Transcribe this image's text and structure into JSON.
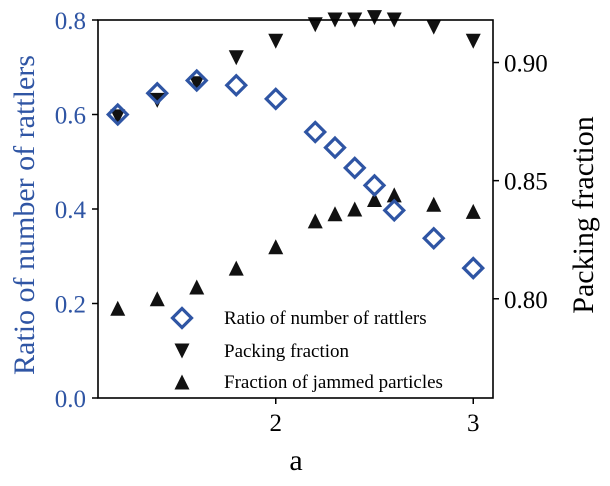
{
  "colors": {
    "rattlers": "#2f55a4",
    "markers": "#111111",
    "axis": "#000000",
    "background": "#ffffff"
  },
  "chart_data": {
    "type": "scatter",
    "xlabel": "a",
    "ylabel_left": "Ratio of number of rattlers",
    "ylabel_right": "Packing fraction",
    "xlim": [
      1.1,
      3.1
    ],
    "ylim_left": [
      0.0,
      0.8
    ],
    "ylim_right": [
      0.758,
      0.918
    ],
    "x_ticks": [
      {
        "value": 2,
        "label": "2"
      },
      {
        "value": 3,
        "label": "3"
      }
    ],
    "y_left_ticks": [
      {
        "value": 0.0,
        "label": "0.0"
      },
      {
        "value": 0.2,
        "label": "0.2"
      },
      {
        "value": 0.4,
        "label": "0.4"
      },
      {
        "value": 0.6,
        "label": "0.6"
      },
      {
        "value": 0.8,
        "label": "0.8"
      }
    ],
    "y_right_ticks": [
      {
        "value": 0.8,
        "label": "0.80"
      },
      {
        "value": 0.85,
        "label": "0.85"
      },
      {
        "value": 0.9,
        "label": "0.90"
      }
    ],
    "grid": false,
    "legend_position": "lower-right",
    "series": [
      {
        "name": "Ratio of number of rattlers",
        "axis": "left",
        "marker": "diamond-open",
        "points": [
          {
            "x": 1.2,
            "y": 0.6
          },
          {
            "x": 1.4,
            "y": 0.645
          },
          {
            "x": 1.6,
            "y": 0.672
          },
          {
            "x": 1.8,
            "y": 0.662
          },
          {
            "x": 2.0,
            "y": 0.633
          },
          {
            "x": 2.2,
            "y": 0.563
          },
          {
            "x": 2.3,
            "y": 0.53
          },
          {
            "x": 2.4,
            "y": 0.487
          },
          {
            "x": 2.5,
            "y": 0.45
          },
          {
            "x": 2.6,
            "y": 0.397
          },
          {
            "x": 2.8,
            "y": 0.338
          },
          {
            "x": 3.0,
            "y": 0.275
          }
        ]
      },
      {
        "name": "Packing fraction",
        "axis": "right",
        "marker": "triangle-down",
        "points": [
          {
            "x": 1.2,
            "y": 0.877
          },
          {
            "x": 1.4,
            "y": 0.884
          },
          {
            "x": 1.6,
            "y": 0.891
          },
          {
            "x": 1.8,
            "y": 0.902
          },
          {
            "x": 2.0,
            "y": 0.909
          },
          {
            "x": 2.2,
            "y": 0.916
          },
          {
            "x": 2.3,
            "y": 0.918
          },
          {
            "x": 2.4,
            "y": 0.918
          },
          {
            "x": 2.5,
            "y": 0.919
          },
          {
            "x": 2.6,
            "y": 0.918
          },
          {
            "x": 2.8,
            "y": 0.915
          },
          {
            "x": 3.0,
            "y": 0.909
          }
        ]
      },
      {
        "name": "Fraction of jammed particles",
        "axis": "left",
        "marker": "triangle-up",
        "points": [
          {
            "x": 1.2,
            "y": 0.19
          },
          {
            "x": 1.4,
            "y": 0.21
          },
          {
            "x": 1.6,
            "y": 0.235
          },
          {
            "x": 1.8,
            "y": 0.275
          },
          {
            "x": 2.0,
            "y": 0.32
          },
          {
            "x": 2.2,
            "y": 0.375
          },
          {
            "x": 2.3,
            "y": 0.39
          },
          {
            "x": 2.4,
            "y": 0.4
          },
          {
            "x": 2.5,
            "y": 0.42
          },
          {
            "x": 2.6,
            "y": 0.43
          },
          {
            "x": 2.8,
            "y": 0.41
          },
          {
            "x": 3.0,
            "y": 0.395
          }
        ]
      }
    ]
  }
}
